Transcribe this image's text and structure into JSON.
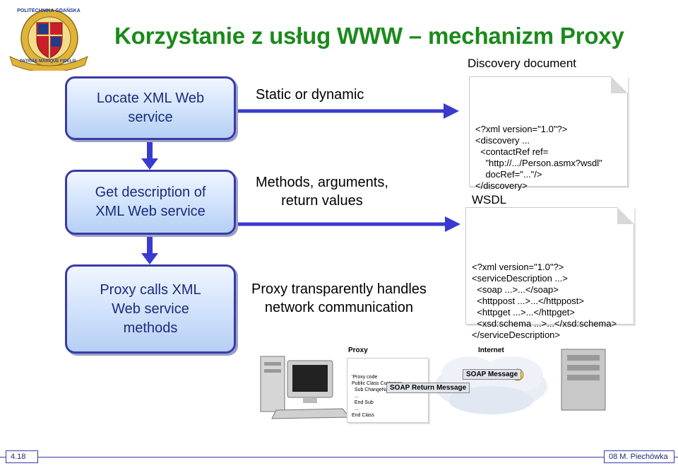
{
  "title": "Korzystanie z usług WWW – mechanizm Proxy",
  "logo": {
    "ring_text": "POLITECHNIKA GDAŃSKA",
    "ribbon_text": "PATRIAE MARIQUE FIDELIS",
    "colors": {
      "gold": "#e0b33a",
      "red": "#c8202a",
      "blue": "#1f3d8a"
    }
  },
  "steps": [
    {
      "text": "Locate XML Web\nservice"
    },
    {
      "text": "Get description of\nXML Web service"
    },
    {
      "text": "Proxy calls XML\nWeb service\nmethods"
    }
  ],
  "arrow_labels": [
    {
      "text": "Static or dynamic"
    },
    {
      "text": "Methods, arguments,\nreturn values"
    },
    {
      "text": "Proxy transparently handles\nnetwork communication"
    }
  ],
  "discovery": {
    "label": "Discovery document",
    "lines": [
      "<?xml version=\"1.0\"?>",
      "<discovery ...",
      "  <contactRef ref=",
      "    \"http://.../Person.asmx?wsdl\"",
      "    docRef=\"...\"/>",
      "</discovery>"
    ]
  },
  "wsdl": {
    "label": "WSDL",
    "lines": [
      "<?xml version=\"1.0\"?>",
      "<serviceDescription ...>",
      "  <soap ...>...</soap>",
      "  <httppost ...>...</httppost>",
      "  <httpget ...>...</httpget>",
      "  <xsd:schema ...>...</xsd:schema>",
      "</serviceDescription>"
    ]
  },
  "illustration": {
    "proxy_label": "Proxy",
    "internet_label": "Internet",
    "code_lines": [
      "'Proxy code",
      "Public Class Customer",
      "  Sub ChangeName(...)",
      "  ...",
      "  End Sub",
      "  ...",
      "End Class"
    ],
    "soap_message": "SOAP Message",
    "soap_return": "SOAP Return Message"
  },
  "footer": {
    "left": "4.18",
    "right": "08 M. Piechówka"
  },
  "colors": {
    "title": "#1b8a1b",
    "arrow": "#3a3ad0",
    "box_border": "#3a3aa8"
  }
}
